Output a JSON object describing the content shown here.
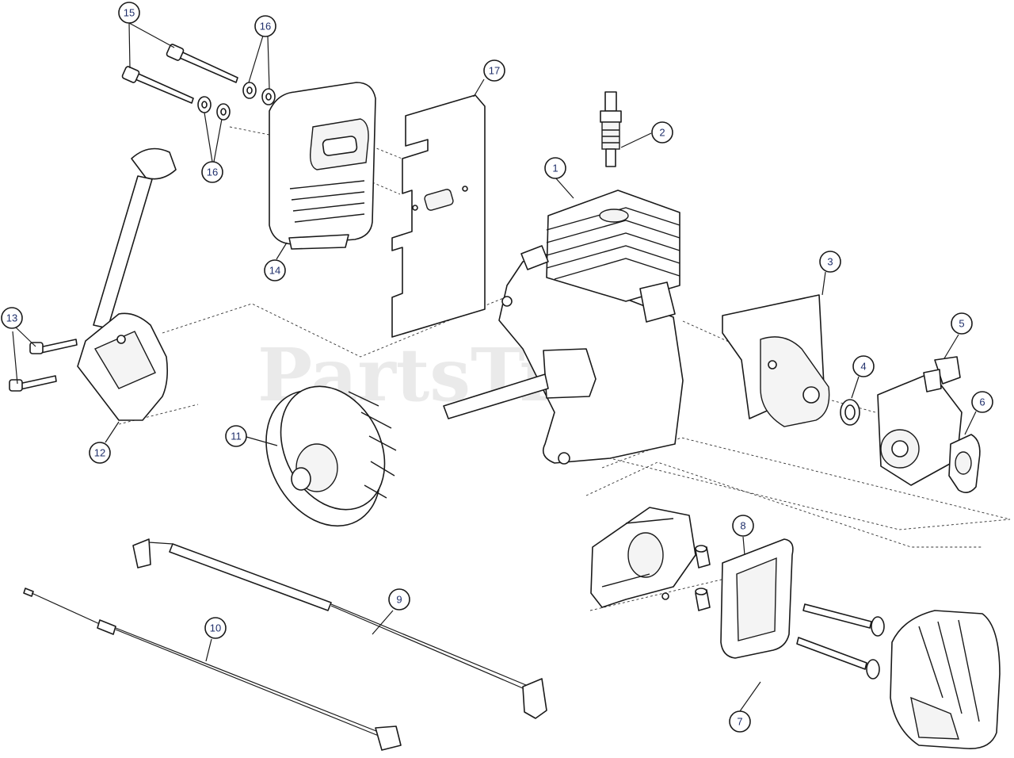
{
  "watermark": {
    "text": "PartsTree",
    "trademark": "™"
  },
  "callouts": [
    "1",
    "2",
    "3",
    "4",
    "5",
    "6",
    "7",
    "8",
    "9",
    "10",
    "11",
    "12",
    "13",
    "14",
    "15",
    "16",
    "17"
  ]
}
